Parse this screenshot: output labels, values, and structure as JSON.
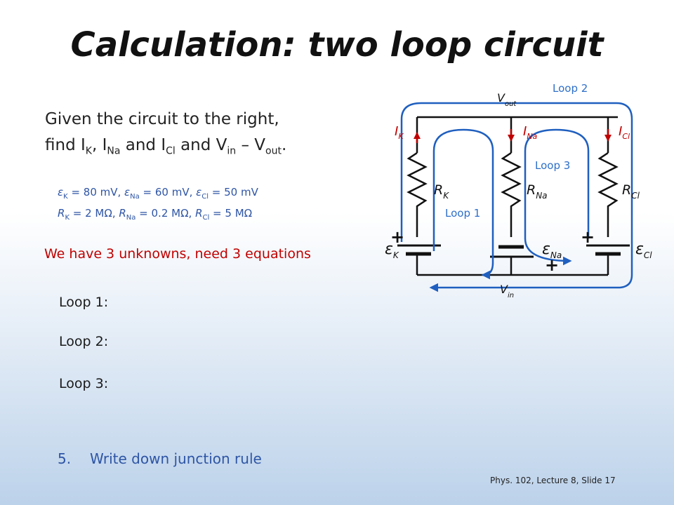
{
  "slide": {
    "title": "Calculation: two loop circuit",
    "given": {
      "line1": "Given the circuit to the right,",
      "line2_prefix": "find I",
      "line2_sub_k": "K",
      "line2_sep1": ", I",
      "line2_sub_na": "Na",
      "line2_sep2": " and I",
      "line2_sub_cl": "Cl",
      "line2_sep3": " and V",
      "line2_sub_in": "in",
      "line2_sep4": " – V",
      "line2_sub_out": "out",
      "line2_end": "."
    },
    "params": {
      "emf_k_sym": "ε",
      "emf_k_sub": "K",
      "emf_k_val": " = 80 mV, ",
      "emf_na_sym": "ε",
      "emf_na_sub": "Na",
      "emf_na_val": " = 60 mV, ",
      "emf_cl_sym": "ε",
      "emf_cl_sub": "Cl",
      "emf_cl_val": " = 50 mV",
      "r_k_sym": "R",
      "r_k_sub": "K",
      "r_k_val": " = 2 MΩ, ",
      "r_na_sym": "R",
      "r_na_sub": "Na",
      "r_na_val": " = 0.2 MΩ, ",
      "r_cl_sym": "R",
      "r_cl_sub": "Cl",
      "r_cl_val": " = 5 MΩ"
    },
    "unknowns_note": "We have 3 unknowns, need 3 equations",
    "loops": [
      "Loop 1:",
      "Loop 2:",
      "Loop 3:"
    ],
    "step": {
      "number": "5.",
      "text": "Write down junction rule"
    },
    "footer": "Phys. 102, Lecture 8, Slide 17"
  },
  "circuit": {
    "loop_labels": {
      "loop1": "Loop 1",
      "loop2": "Loop 2",
      "loop3": "Loop 3"
    },
    "voltages": {
      "v_out": "V",
      "v_out_sub": "out",
      "v_in": "V",
      "v_in_sub": "in"
    },
    "currents": {
      "i_k": "I",
      "i_k_sub": "K",
      "i_na": "I",
      "i_na_sub": "Na",
      "i_cl": "I",
      "i_cl_sub": "Cl"
    },
    "resistors": {
      "r_k": "R",
      "r_k_sub": "K",
      "r_na": "R",
      "r_na_sub": "Na",
      "r_cl": "R",
      "r_cl_sub": "Cl"
    },
    "emfs": {
      "e_k": "ε",
      "e_k_sub": "K",
      "e_na": "ε",
      "e_na_sub": "Na",
      "e_cl": "ε",
      "e_cl_sub": "Cl"
    },
    "plus": "+",
    "colors": {
      "wire": "#111111",
      "loop_arrow": "#1f5fbf",
      "current": "#c00000",
      "label_blue": "#2e6fc9"
    }
  }
}
